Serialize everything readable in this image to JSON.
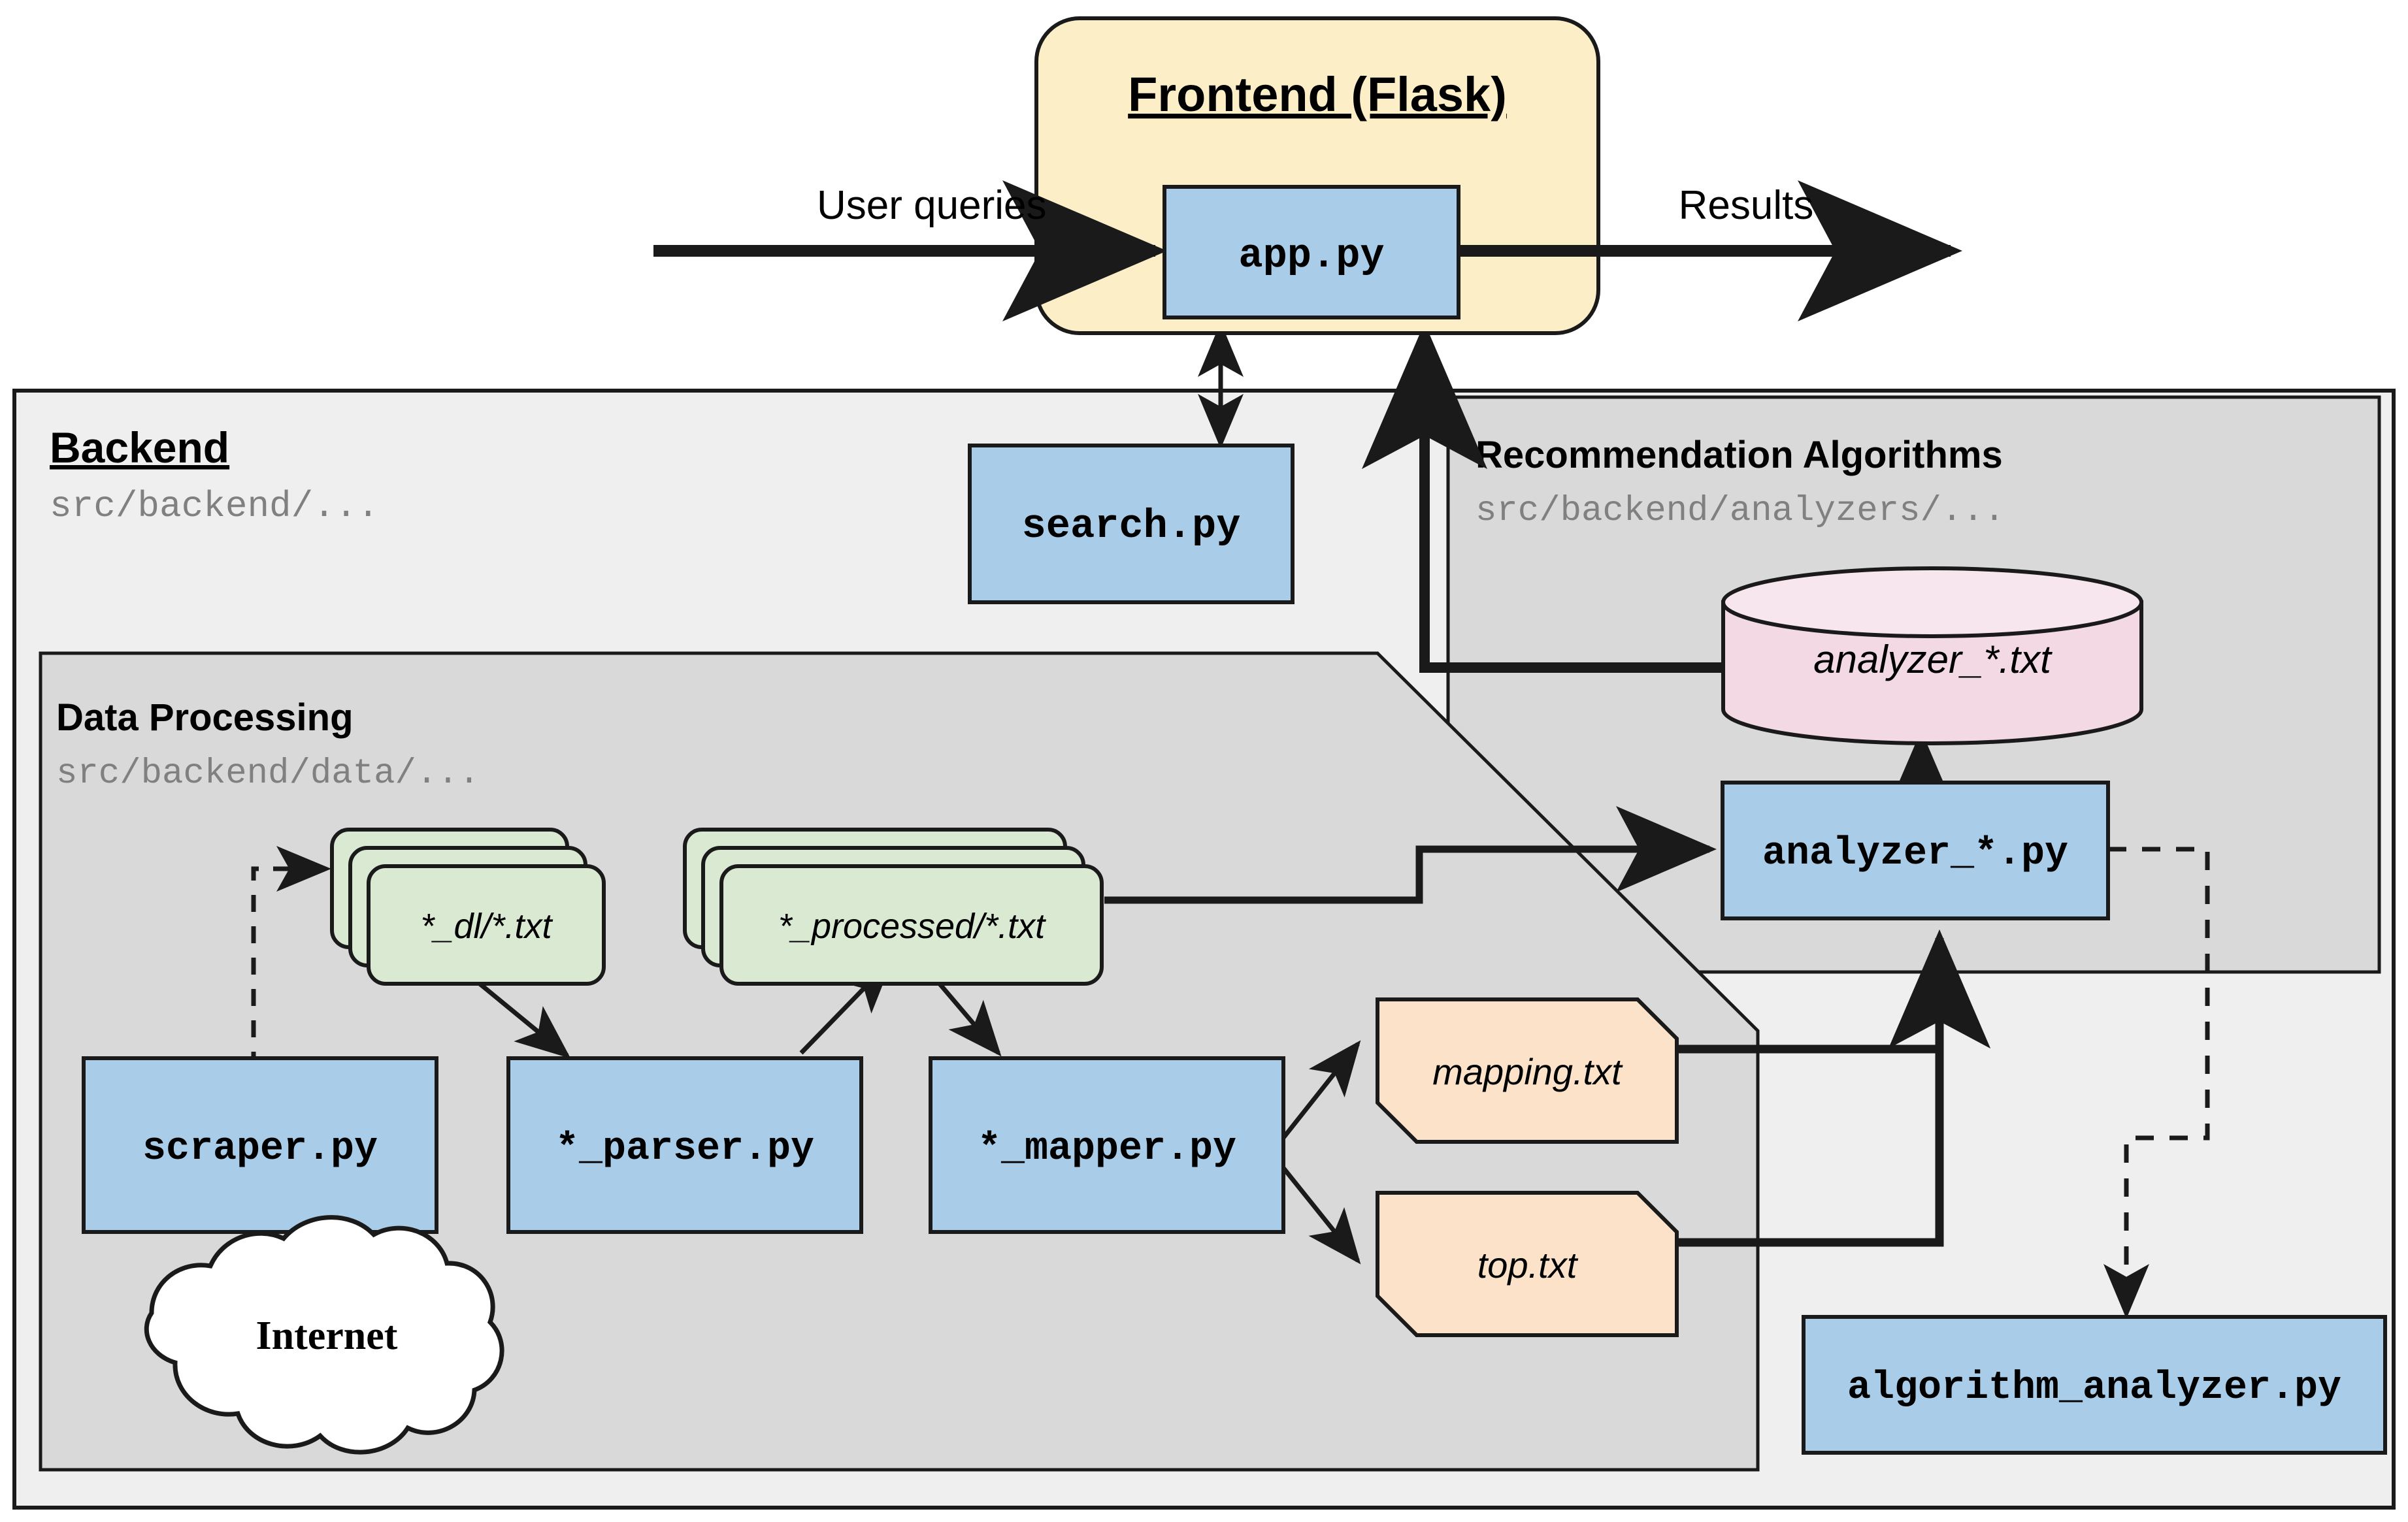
{
  "diagram": {
    "title_frontend": "Frontend (Flask)",
    "colors": {
      "frontend_fill": "#FCEFC7",
      "backend_fill": "#EFEFEF",
      "group_fill": "#D9D9D9",
      "process_fill": "#A9CDE9",
      "document_fill": "#D9E9D2",
      "datastore_fill": "#F2D9E4",
      "artifact_fill": "#FBE2C8",
      "cloud_fill": "#FFFFFF",
      "stroke": "#1A1A1A",
      "path_text": "#808080"
    }
  },
  "flow_labels": {
    "user_queries": "User queries",
    "results": "Results"
  },
  "containers": [
    {
      "id": "frontend",
      "title": "Frontend (Flask)",
      "path": "",
      "underline": true
    },
    {
      "id": "backend",
      "title": "Backend",
      "path": "src/backend/...",
      "underline": true
    },
    {
      "id": "dataproc",
      "title": "Data Processing",
      "path": "src/backend/data/...",
      "underline": false
    },
    {
      "id": "recalgo",
      "title": "Recommendation Algorithms",
      "path": "src/backend/analyzers/...",
      "underline": false
    }
  ],
  "nodes": [
    {
      "id": "app",
      "label": "app.py",
      "shape": "process",
      "style": "mono-bold"
    },
    {
      "id": "search",
      "label": "search.py",
      "shape": "process",
      "style": "mono-bold"
    },
    {
      "id": "scraper",
      "label": "scraper.py",
      "shape": "process",
      "style": "mono-bold"
    },
    {
      "id": "parser",
      "label": "*_parser.py",
      "shape": "process",
      "style": "mono-bold"
    },
    {
      "id": "mapper",
      "label": "*_mapper.py",
      "shape": "process",
      "style": "mono-bold"
    },
    {
      "id": "analyzer",
      "label": "analyzer_*.py",
      "shape": "process",
      "style": "mono-bold"
    },
    {
      "id": "algoanal",
      "label": "algorithm_analyzer.py",
      "shape": "process",
      "style": "mono-bold"
    },
    {
      "id": "dl",
      "label": "*_dl/*.txt",
      "shape": "multidoc",
      "style": "sans-italic"
    },
    {
      "id": "processed",
      "label": "*_processed/*.txt",
      "shape": "multidoc",
      "style": "sans-italic"
    },
    {
      "id": "mapping",
      "label": "mapping.txt",
      "shape": "artifact",
      "style": "sans-italic"
    },
    {
      "id": "top",
      "label": "top.txt",
      "shape": "artifact",
      "style": "sans-italic"
    },
    {
      "id": "analtxt",
      "label": "analyzer_*.txt",
      "shape": "cylinder",
      "style": "sans-italic"
    },
    {
      "id": "internet",
      "label": "Internet",
      "shape": "cloud",
      "style": "serif-bold"
    }
  ],
  "edges": [
    {
      "from": "user",
      "to": "app",
      "style": "thick-solid",
      "arrow": "single"
    },
    {
      "from": "app",
      "to": "results",
      "style": "thick-solid",
      "arrow": "single"
    },
    {
      "from": "app",
      "to": "search",
      "style": "thin-solid",
      "arrow": "double"
    },
    {
      "from": "analtxt",
      "to": "app",
      "style": "thick-solid",
      "arrow": "single"
    },
    {
      "from": "internet",
      "to": "scraper",
      "style": "dashed",
      "arrow": "none"
    },
    {
      "from": "scraper",
      "to": "dl",
      "style": "dashed",
      "arrow": "single"
    },
    {
      "from": "dl",
      "to": "parser",
      "style": "thin-solid",
      "arrow": "single"
    },
    {
      "from": "parser",
      "to": "processed",
      "style": "thin-solid",
      "arrow": "single"
    },
    {
      "from": "processed",
      "to": "mapper",
      "style": "thin-solid",
      "arrow": "single"
    },
    {
      "from": "processed",
      "to": "analyzer",
      "style": "thick-solid",
      "arrow": "single"
    },
    {
      "from": "mapper",
      "to": "mapping",
      "style": "thin-solid",
      "arrow": "single"
    },
    {
      "from": "mapper",
      "to": "top",
      "style": "thin-solid",
      "arrow": "single"
    },
    {
      "from": "mapping",
      "to": "analyzer",
      "style": "thick-solid",
      "arrow": "single"
    },
    {
      "from": "top",
      "to": "analyzer",
      "style": "thick-solid",
      "arrow": "single"
    },
    {
      "from": "analyzer",
      "to": "analtxt",
      "style": "thick-solid",
      "arrow": "single"
    },
    {
      "from": "analyzer",
      "to": "algoanal",
      "style": "dashed",
      "arrow": "single"
    }
  ]
}
